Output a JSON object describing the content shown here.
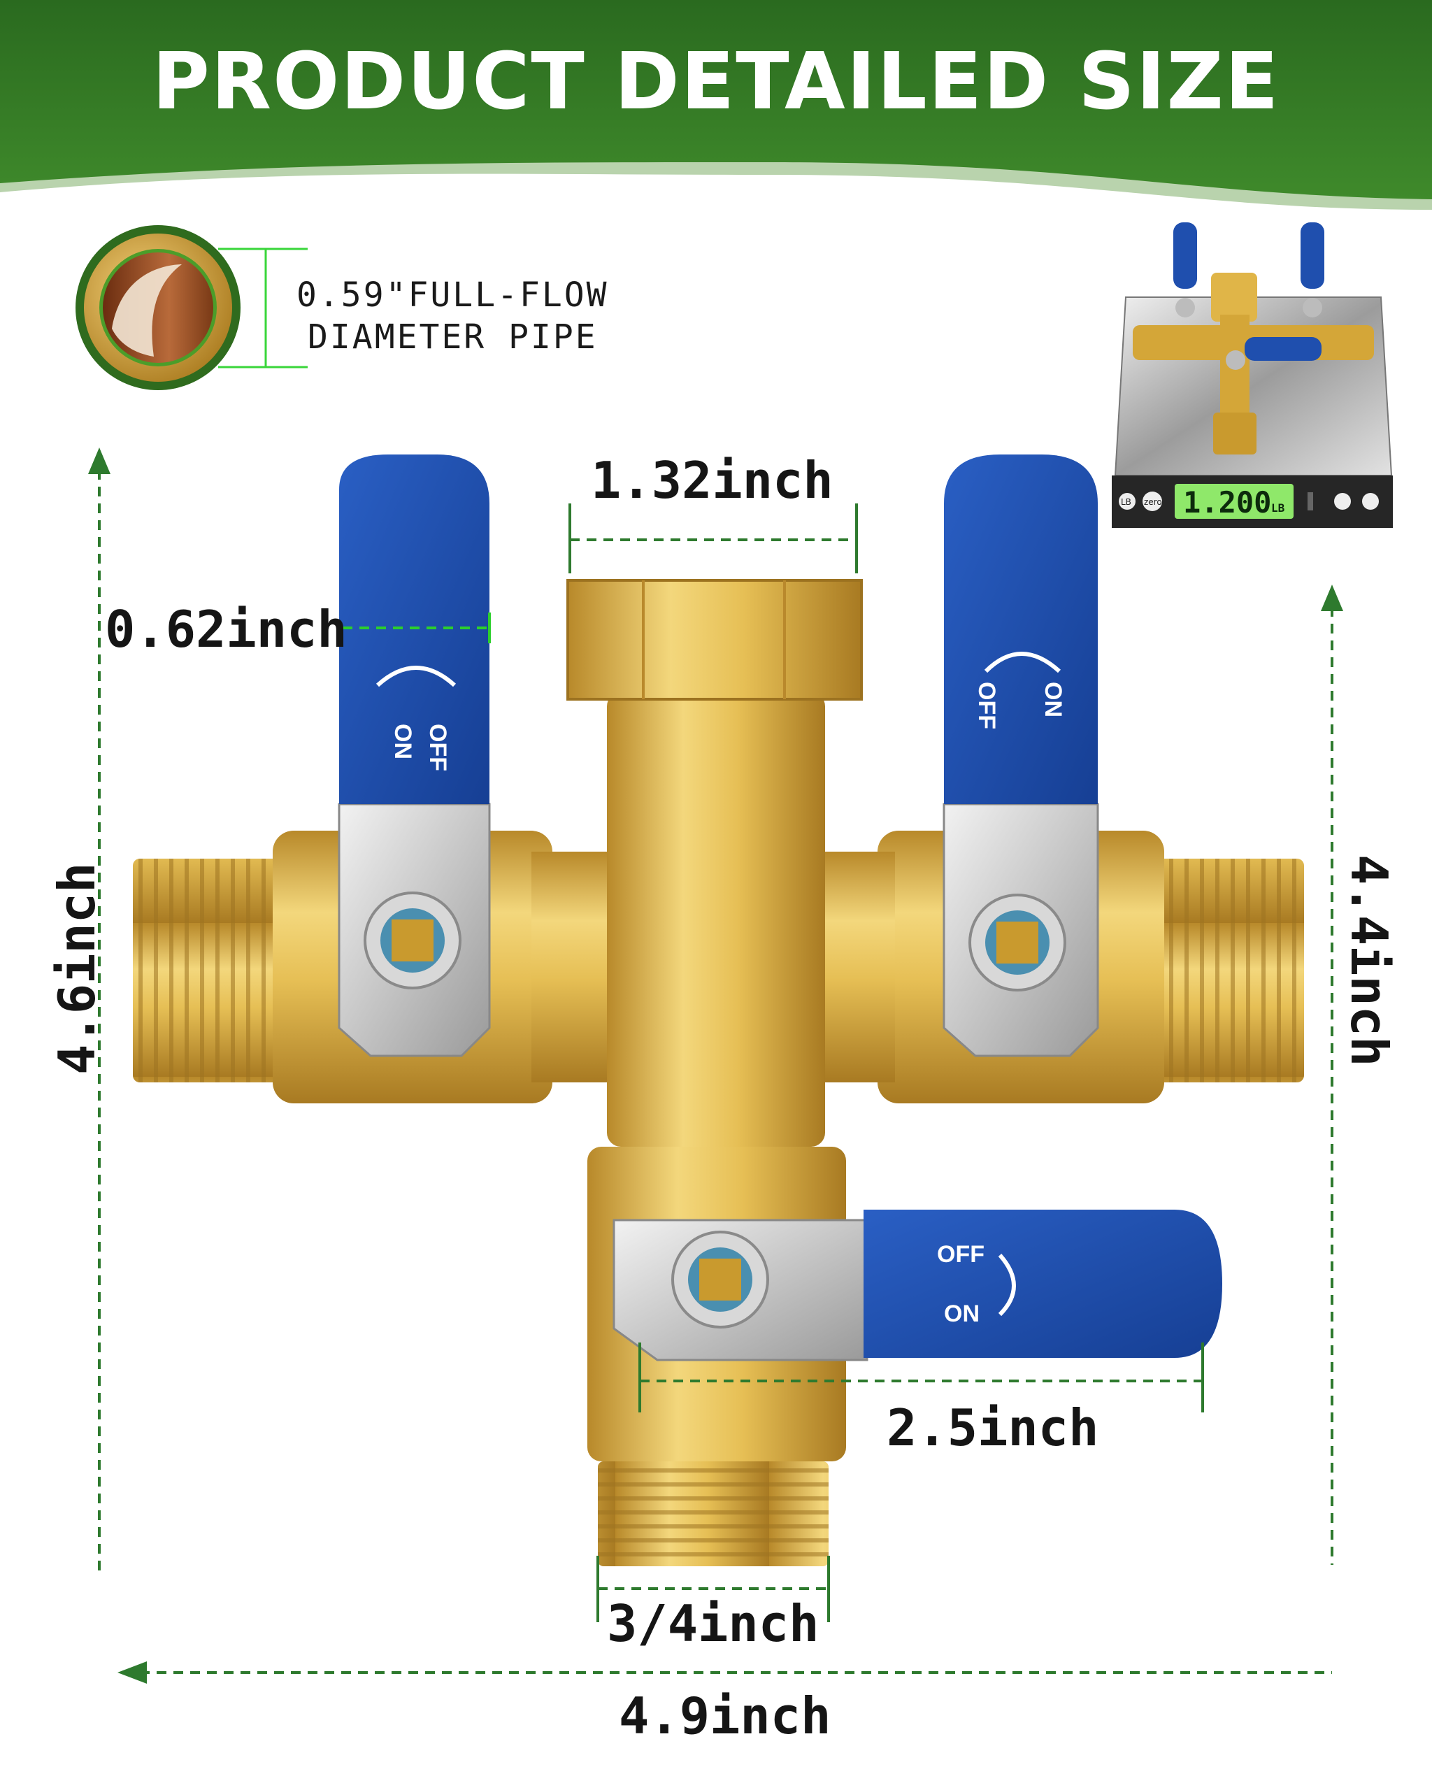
{
  "banner": {
    "title": "PRODUCT DETAILED SIZE"
  },
  "pipe": {
    "line1": "0.59\"FULL-FLOW",
    "line2": "DIAMETER PIPE"
  },
  "dimensions": {
    "top_width": "1.32inch",
    "handle_width": "0.62inch",
    "left_height": "4.6inch",
    "right_height": "4.4inch",
    "handle_length": "2.5inch",
    "bottom_thread": "3/4inch",
    "total_width": "4.9inch"
  },
  "valve_labels": {
    "on": "ON",
    "off": "OFF"
  },
  "scale": {
    "reading": "1.200",
    "unit": "LB",
    "btn_lb": "LB",
    "btn_zero": "zero"
  },
  "colors": {
    "banner_green": "#2e6f22",
    "dimension_green": "#2e7a2e",
    "handle_blue": "#1f4fae",
    "brass": "#d9b24c",
    "scale_lcd": "#8fe86a"
  }
}
